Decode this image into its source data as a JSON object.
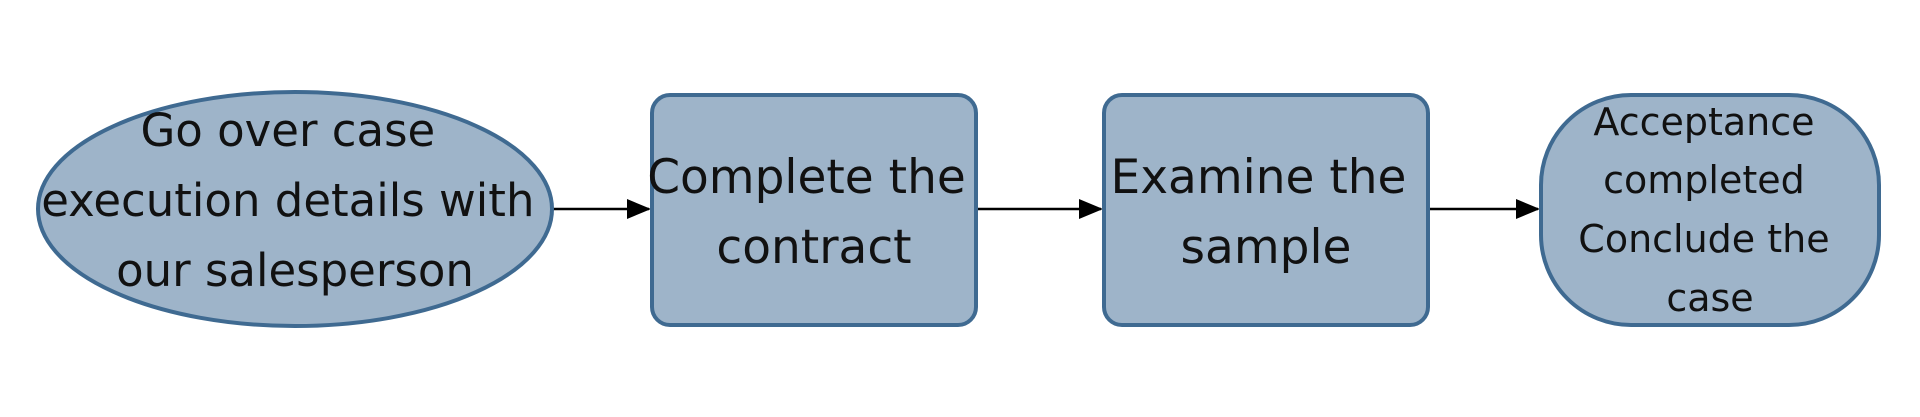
{
  "diagram": {
    "nodes": [
      {
        "id": "go-over-case",
        "shape": "ellipse",
        "lines": [
          "Go over case",
          "execution details with",
          "our salesperson"
        ]
      },
      {
        "id": "complete-contract",
        "shape": "rounded-rect",
        "lines": [
          "Complete the",
          "contract"
        ]
      },
      {
        "id": "examine-sample",
        "shape": "rounded-rect",
        "lines": [
          "Examine the",
          "sample"
        ]
      },
      {
        "id": "acceptance-completed",
        "shape": "stadium",
        "lines": [
          "Acceptance",
          "completed",
          "Conclude the",
          "case"
        ]
      }
    ],
    "edges": [
      {
        "from": "go-over-case",
        "to": "complete-contract"
      },
      {
        "from": "complete-contract",
        "to": "examine-sample"
      },
      {
        "from": "examine-sample",
        "to": "acceptance-completed"
      }
    ],
    "colors": {
      "node_fill": "#9eb4c9",
      "node_stroke": "#3f6a91",
      "edge": "#000000",
      "text": "#111111"
    }
  }
}
